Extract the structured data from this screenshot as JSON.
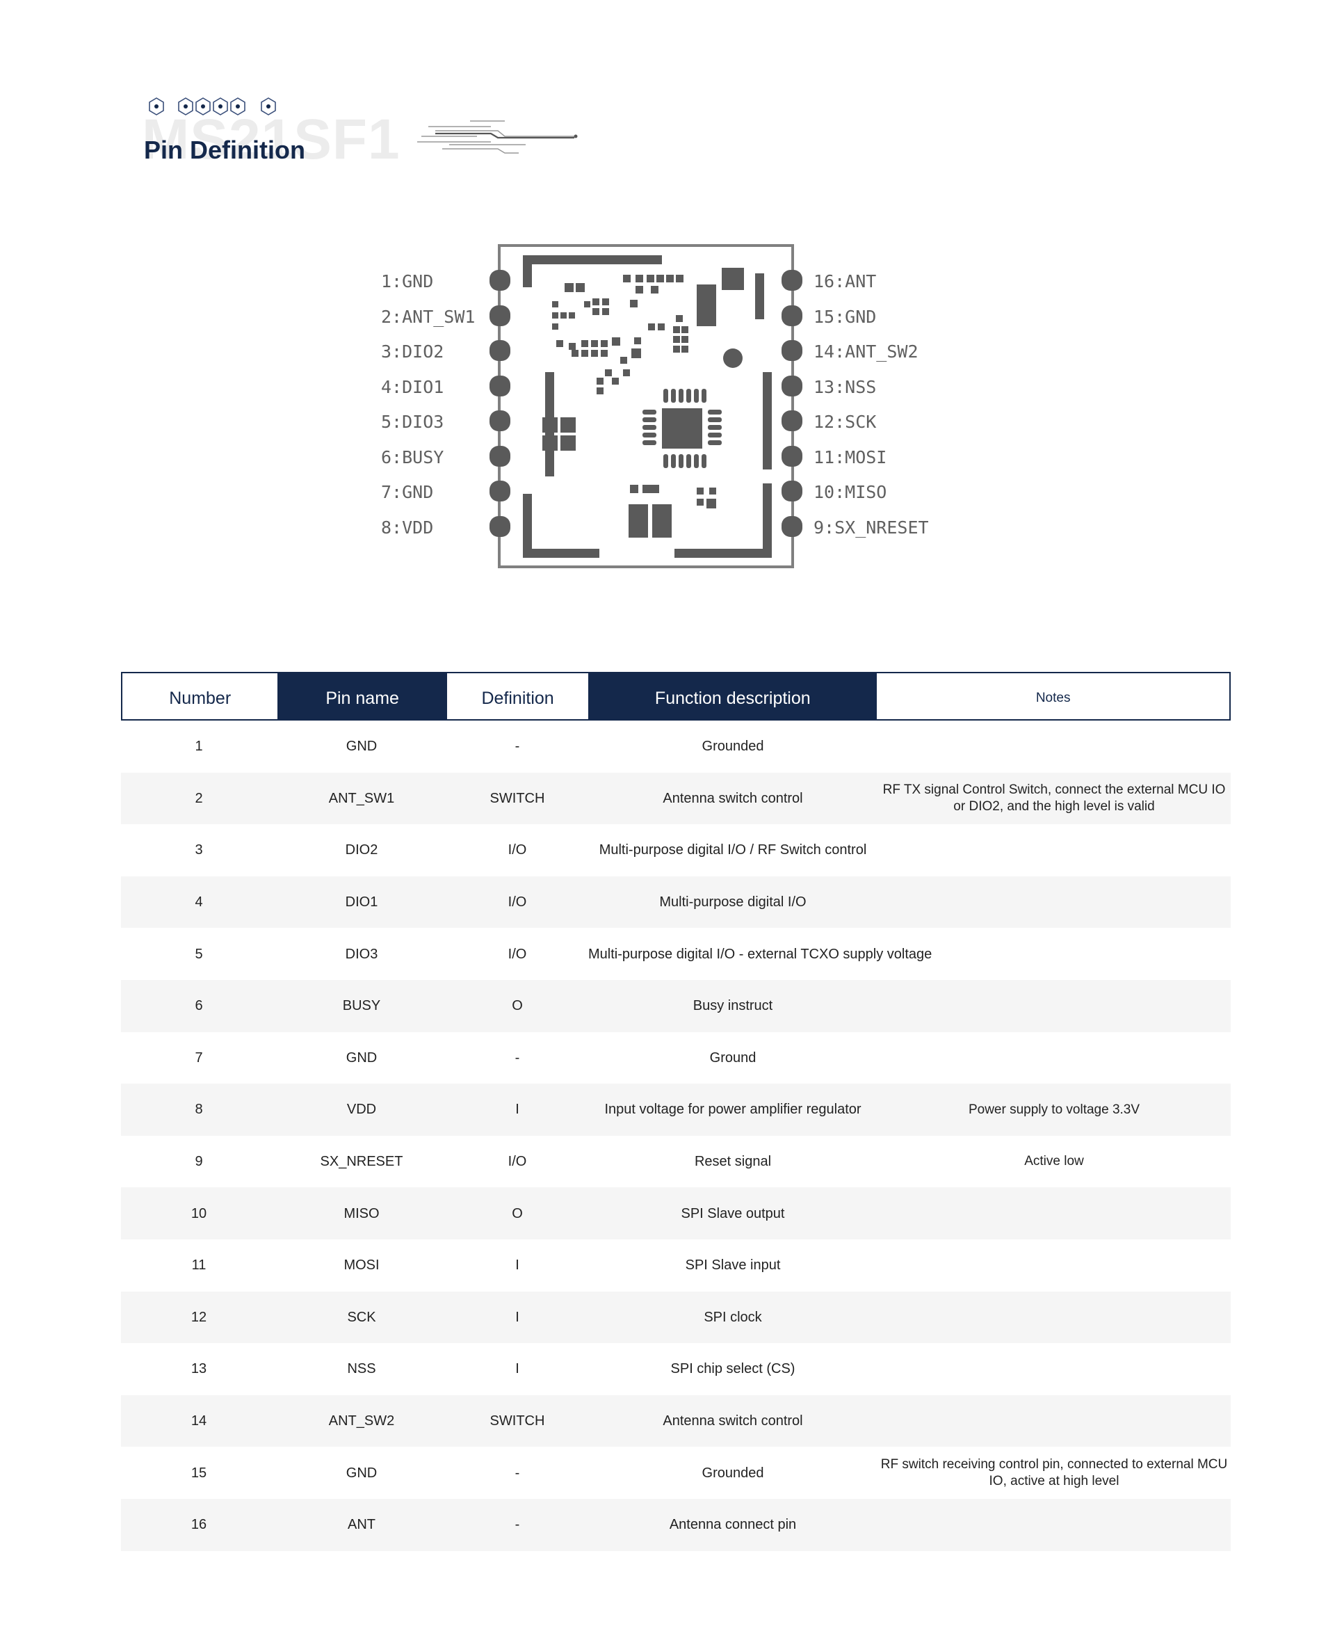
{
  "header": {
    "ghost_text": "MS21SF1",
    "title": "Pin Definition"
  },
  "diagram": {
    "left_pins": [
      "1:GND",
      "2:ANT_SW1",
      "3:DIO2",
      "4:DIO1",
      "5:DIO3",
      "6:BUSY",
      "7:GND",
      "8:VDD"
    ],
    "right_pins": [
      "16:ANT",
      "15:GND",
      "14:ANT_SW2",
      "13:NSS",
      "12:SCK",
      "11:MOSI",
      "10:MISO",
      "9:SX_NRESET"
    ]
  },
  "table": {
    "headers": [
      "Number",
      "Pin name",
      "Definition",
      "Function description",
      "Notes"
    ],
    "rows": [
      {
        "number": "1",
        "pin": "GND",
        "def": "-",
        "func": "Grounded",
        "notes": ""
      },
      {
        "number": "2",
        "pin": "ANT_SW1",
        "def": "SWITCH",
        "func": "Antenna switch control",
        "notes": "RF TX signal Control Switch, connect the external MCU IO or DIO2, and the high level is valid"
      },
      {
        "number": "3",
        "pin": "DIO2",
        "def": "I/O",
        "func": "Multi-purpose digital I/O / RF Switch control",
        "notes": ""
      },
      {
        "number": "4",
        "pin": "DIO1",
        "def": "I/O",
        "func": "Multi-purpose digital I/O",
        "notes": ""
      },
      {
        "number": "5",
        "pin": "DIO3",
        "def": "I/O",
        "func": "Multi-purpose digital I/O - external TCXO supply voltage",
        "notes": ""
      },
      {
        "number": "6",
        "pin": "BUSY",
        "def": "O",
        "func": "Busy instruct",
        "notes": ""
      },
      {
        "number": "7",
        "pin": "GND",
        "def": "-",
        "func": "Ground",
        "notes": ""
      },
      {
        "number": "8",
        "pin": "VDD",
        "def": "I",
        "func": "Input voltage for power amplifier regulator",
        "notes": "Power supply to voltage 3.3V"
      },
      {
        "number": "9",
        "pin": "SX_NRESET",
        "def": "I/O",
        "func": "Reset signal",
        "notes": "Active low"
      },
      {
        "number": "10",
        "pin": "MISO",
        "def": "O",
        "func": "SPI Slave output",
        "notes": ""
      },
      {
        "number": "11",
        "pin": "MOSI",
        "def": "I",
        "func": "SPI Slave input",
        "notes": ""
      },
      {
        "number": "12",
        "pin": "SCK",
        "def": "I",
        "func": "SPI clock",
        "notes": ""
      },
      {
        "number": "13",
        "pin": "NSS",
        "def": "I",
        "func": "SPI chip select (CS)",
        "notes": ""
      },
      {
        "number": "14",
        "pin": "ANT_SW2",
        "def": "SWITCH",
        "func": "Antenna switch control",
        "notes": ""
      },
      {
        "number": "15",
        "pin": "GND",
        "def": "-",
        "func": "Grounded",
        "notes": "RF switch receiving control pin, connected to external MCU IO, active at high level"
      },
      {
        "number": "16",
        "pin": "ANT",
        "def": "-",
        "func": "Antenna connect pin",
        "notes": ""
      }
    ]
  }
}
